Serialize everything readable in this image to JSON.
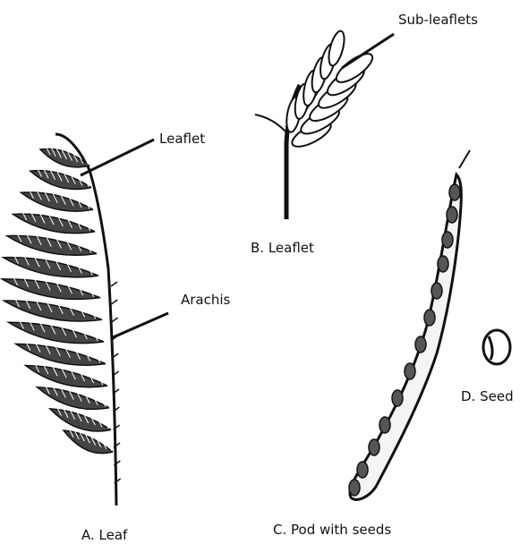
{
  "labels": {
    "sub_leaflets": "Sub-leaflets",
    "leaflet_callout": "Leaflet",
    "arachis": "Arachis",
    "leaflet_caption": "B. Leaflet",
    "leaf_caption": "A. Leaf",
    "pod_caption": "C. Pod with seeds",
    "seed_caption": "D. Seed"
  },
  "colors": {
    "ink": "#111111",
    "background": "#ffffff"
  }
}
